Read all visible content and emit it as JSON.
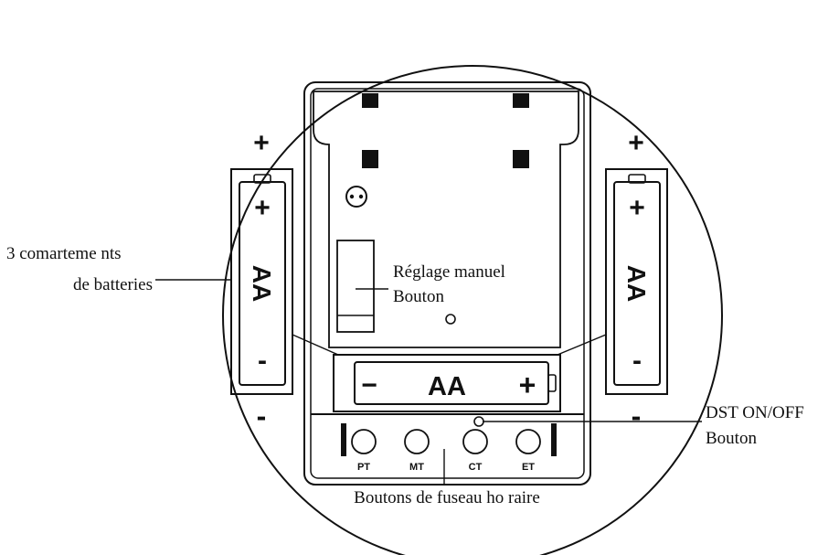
{
  "callouts": {
    "battery_compartments": {
      "line1": "3 comarteme nts",
      "line2": "de batteries"
    },
    "manual_setting": {
      "line1": "Réglage manuel",
      "line2": "Bouton"
    },
    "dst": {
      "line1": "DST ON/OFF",
      "line2": "Bouton"
    },
    "time_zone": "Boutons de fuseau ho raire"
  },
  "batteries": {
    "left": {
      "type": "AA",
      "plus": "+",
      "minus": "-",
      "outer_plus": "+",
      "outer_minus": "-"
    },
    "right": {
      "type": "AA",
      "plus": "+",
      "minus": "-",
      "outer_plus": "+",
      "outer_minus": "-"
    },
    "center": {
      "type": "AA",
      "plus": "+",
      "minus": "−"
    }
  },
  "time_zone_buttons": [
    "PT",
    "MT",
    "CT",
    "ET"
  ],
  "colors": {
    "stroke": "#111111",
    "background": "#ffffff"
  }
}
